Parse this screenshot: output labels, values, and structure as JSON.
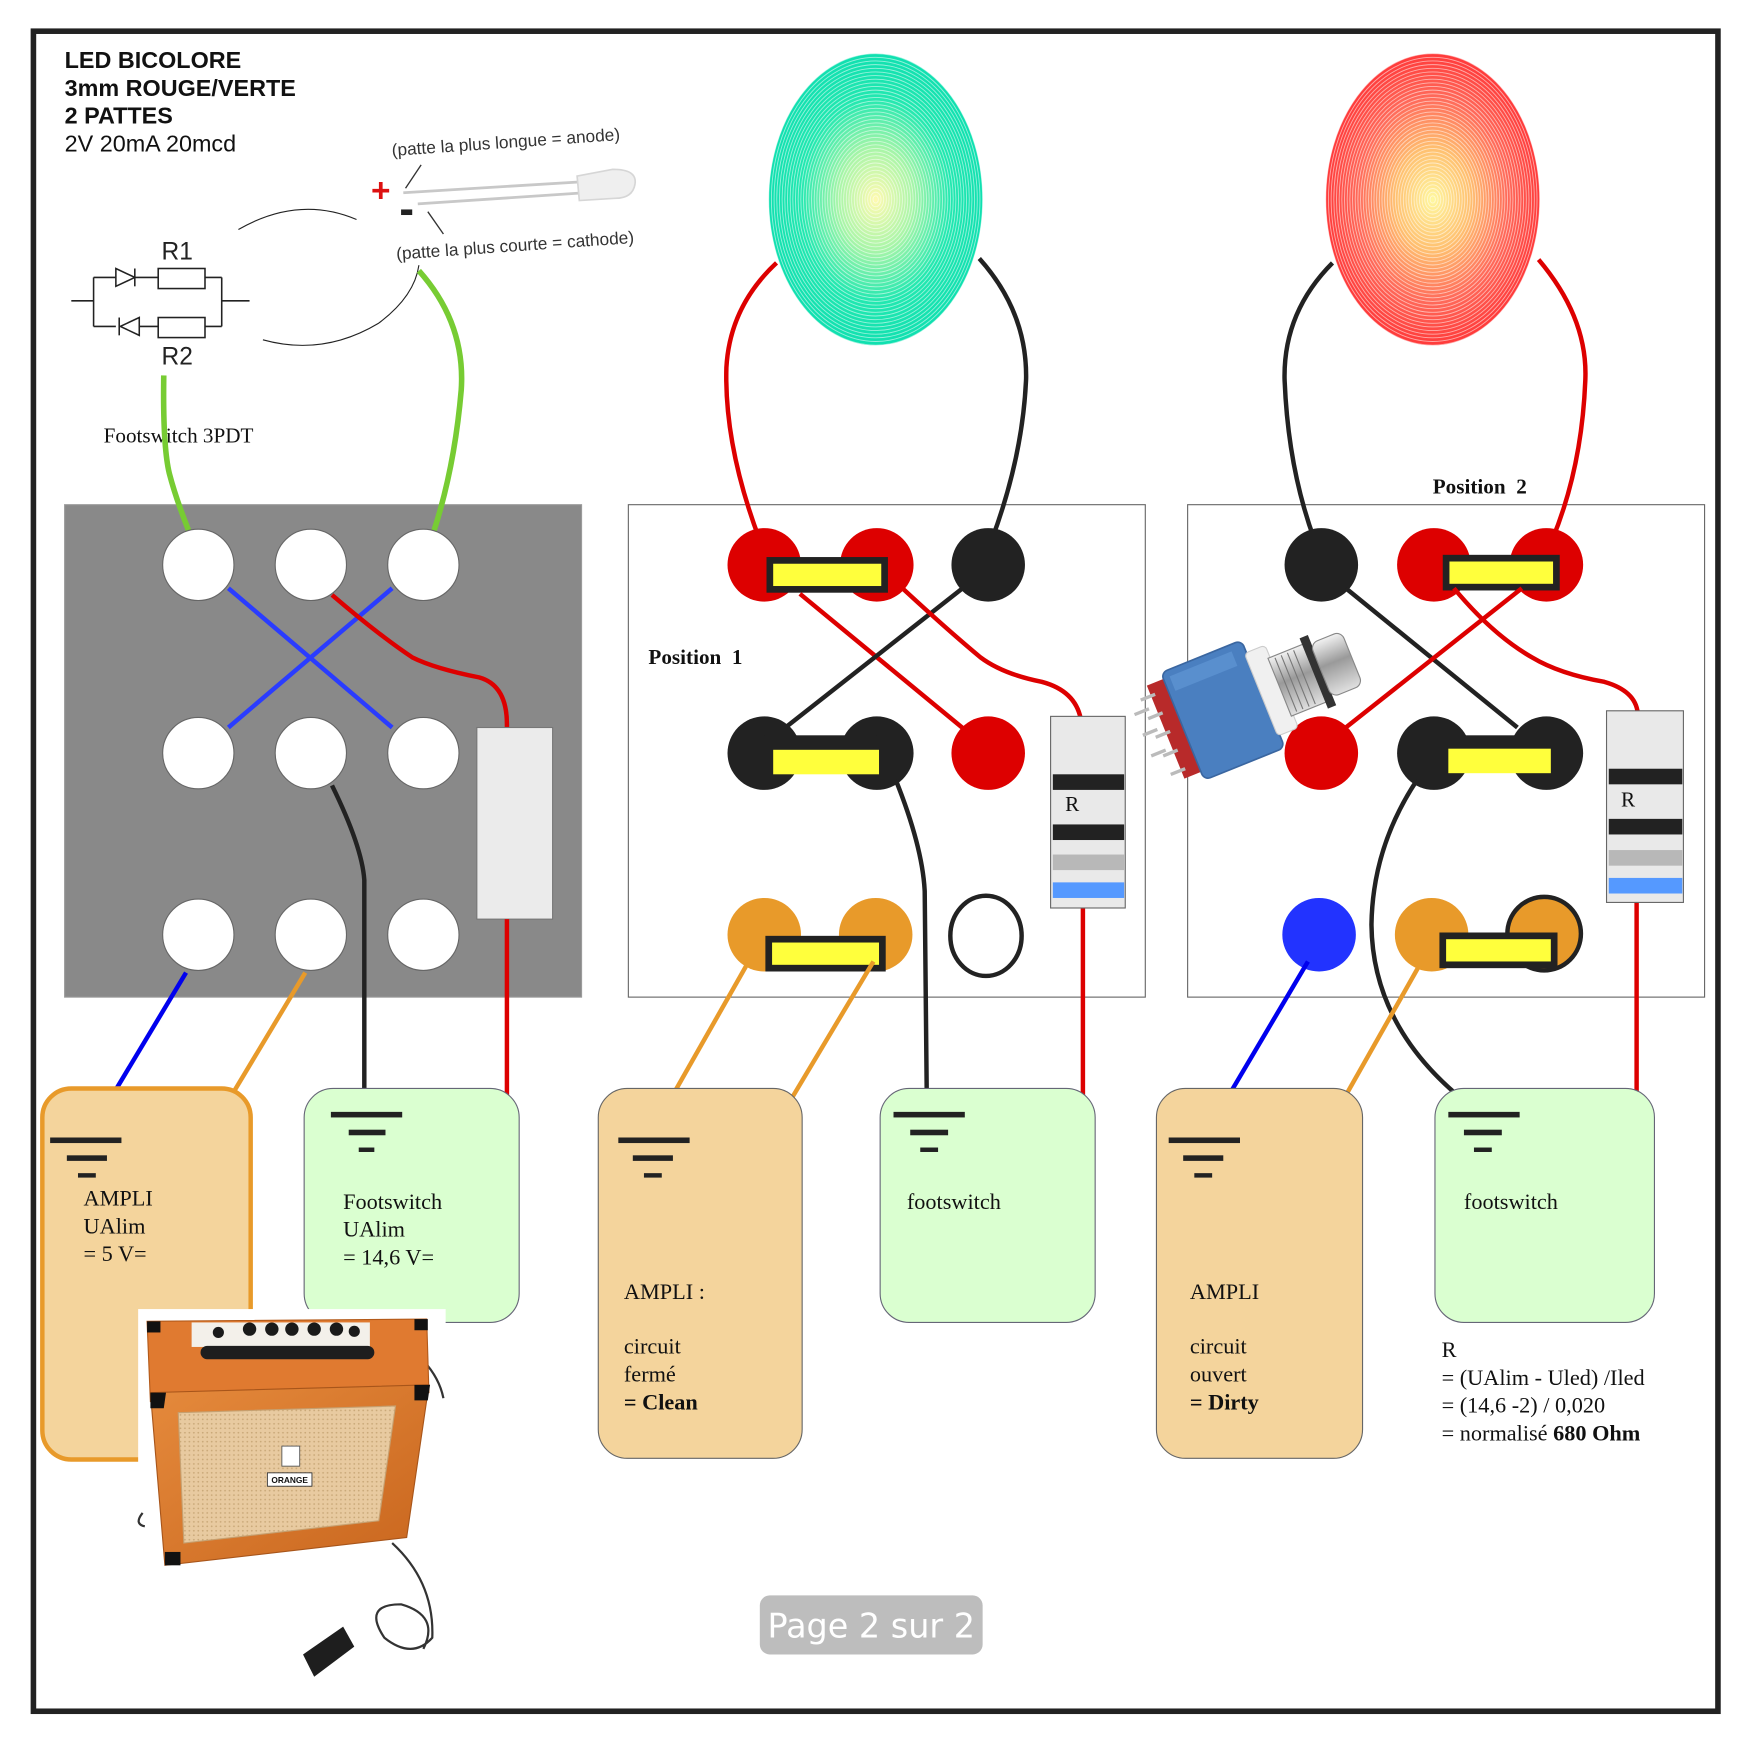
{
  "colors": {
    "frame": "#222222",
    "wire_red": "#dd0000",
    "wire_black": "#222222",
    "wire_blue": "#2a3cff",
    "wire_blue_dark": "#0000ee",
    "wire_green": "#77cc33",
    "wire_orange": "#e89a2a",
    "lug_red": "#dd0000",
    "lug_black": "#222222",
    "lug_orange": "#e89a2a",
    "lug_blue": "#2233ff",
    "jumper_fill": "#ffff3c",
    "panel_gray": "#898989",
    "box_ampli": "#f4d49c",
    "box_footswitch": "#daffd0",
    "led_green": "#22e8b0",
    "led_red": "#ff5050",
    "led_center": "#fffaa0",
    "resistor_body": "#e9e9e9",
    "band_black": "#222222",
    "band_gray": "#b8b8b8",
    "band_blue": "#5599ff",
    "badge_bg": "#bdbdbd",
    "badge_text": "#ffffff"
  },
  "header": {
    "line1": "LED BICOLORE",
    "line2": "3mm ROUGE/VERTE",
    "line3": "2 PATTES",
    "line4": "2V 20mA 20mcd"
  },
  "led_photo": {
    "anode_note": "(patte la plus longue = anode)",
    "cathode_note": "(patte la plus courte = cathode)",
    "plus_sign": "+",
    "minus_sign": "-"
  },
  "schematic": {
    "r1_label": "R1",
    "r2_label": "R2"
  },
  "switch_label": "Footswitch 3PDT",
  "positions": {
    "pos1_label": "Position  1",
    "pos2_label": "Position  2"
  },
  "resistor_label": "R",
  "boxes": {
    "ampli_main": [
      "AMPLI",
      "UAlim",
      "= 5 V="
    ],
    "footswitch_main": [
      "Footswitch",
      "UAlim",
      "= 14,6 V="
    ],
    "ampli_clean": {
      "title": "AMPLI :",
      "line1": "circuit",
      "line2": "fermé",
      "result": "= Clean"
    },
    "footswitch_1": "footswitch",
    "ampli_dirty": {
      "title": "AMPLI",
      "line1": "circuit",
      "line2": "ouvert",
      "result": "= Dirty"
    },
    "footswitch_2": "footswitch"
  },
  "formula": {
    "line0": "R",
    "line1": "= (UAlim - Uled) /Iled",
    "line2": "= (14,6 -2) / 0,020",
    "line3_prefix": "= normalisé ",
    "line3_value": "680 Ohm"
  },
  "amp_photo": {
    "brand_text": "ORANGE"
  },
  "pager": {
    "label": "Page 2 sur 2"
  }
}
